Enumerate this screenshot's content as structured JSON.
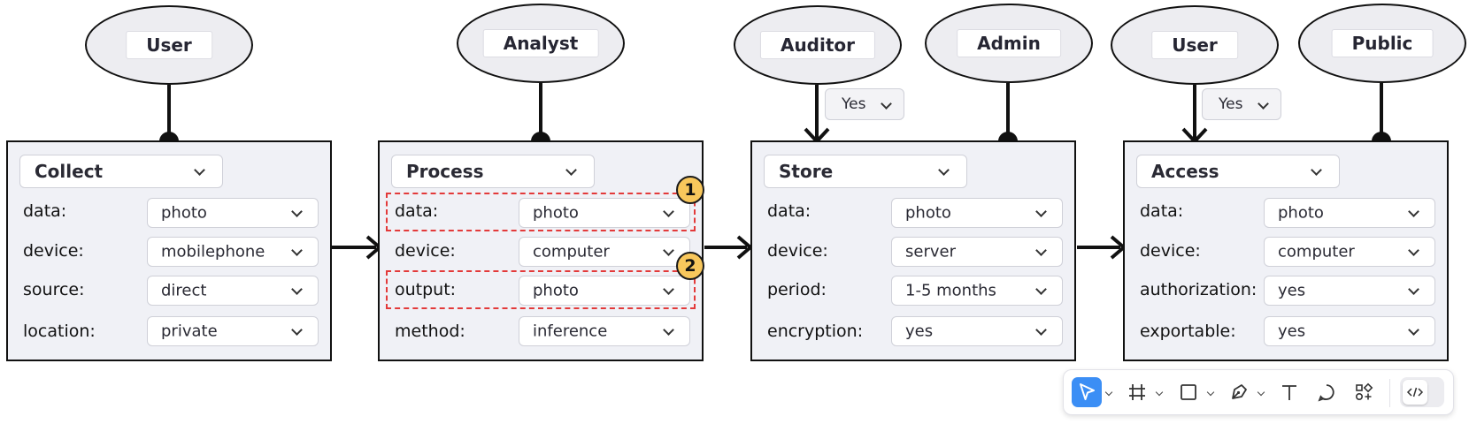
{
  "actors": [
    {
      "id": "user-1",
      "label": "User"
    },
    {
      "id": "analyst",
      "label": "Analyst"
    },
    {
      "id": "auditor",
      "label": "Auditor"
    },
    {
      "id": "admin",
      "label": "Admin"
    },
    {
      "id": "user-2",
      "label": "User"
    },
    {
      "id": "public",
      "label": "Public"
    }
  ],
  "stages": [
    {
      "title": "Collect",
      "fields": [
        {
          "label": "data:",
          "value": "photo"
        },
        {
          "label": "device:",
          "value": "mobilephone"
        },
        {
          "label": "source:",
          "value": "direct"
        },
        {
          "label": "location:",
          "value": "private"
        }
      ]
    },
    {
      "title": "Process",
      "fields": [
        {
          "label": "data:",
          "value": "photo"
        },
        {
          "label": "device:",
          "value": "computer"
        },
        {
          "label": "output:",
          "value": "photo"
        },
        {
          "label": "method:",
          "value": "inference"
        }
      ]
    },
    {
      "title": "Store",
      "fields": [
        {
          "label": "data:",
          "value": "photo"
        },
        {
          "label": "device:",
          "value": "server"
        },
        {
          "label": "period:",
          "value": "1-5 months"
        },
        {
          "label": "encryption:",
          "value": "yes"
        }
      ]
    },
    {
      "title": "Access",
      "fields": [
        {
          "label": "data:",
          "value": "photo"
        },
        {
          "label": "device:",
          "value": "computer"
        },
        {
          "label": "authorization:",
          "value": "yes"
        },
        {
          "label": "exportable:",
          "value": "yes"
        }
      ]
    }
  ],
  "conditions": [
    {
      "value": "Yes"
    },
    {
      "value": "Yes"
    }
  ],
  "badges": [
    "1",
    "2"
  ],
  "colors": {
    "highlight": "#e33a3a",
    "badge": "#f8c75c",
    "active_tool": "#3b8ef5",
    "box_bg": "#f0f1f6",
    "actor_bg": "#ededf1"
  },
  "toolbar": {
    "tools": [
      {
        "icon": "pointer-icon",
        "active": true
      },
      {
        "icon": "frame-icon"
      },
      {
        "icon": "rectangle-icon"
      },
      {
        "icon": "pen-icon"
      },
      {
        "icon": "text-icon"
      },
      {
        "icon": "comment-icon"
      },
      {
        "icon": "components-icon"
      },
      {
        "icon": "code-icon"
      }
    ]
  }
}
